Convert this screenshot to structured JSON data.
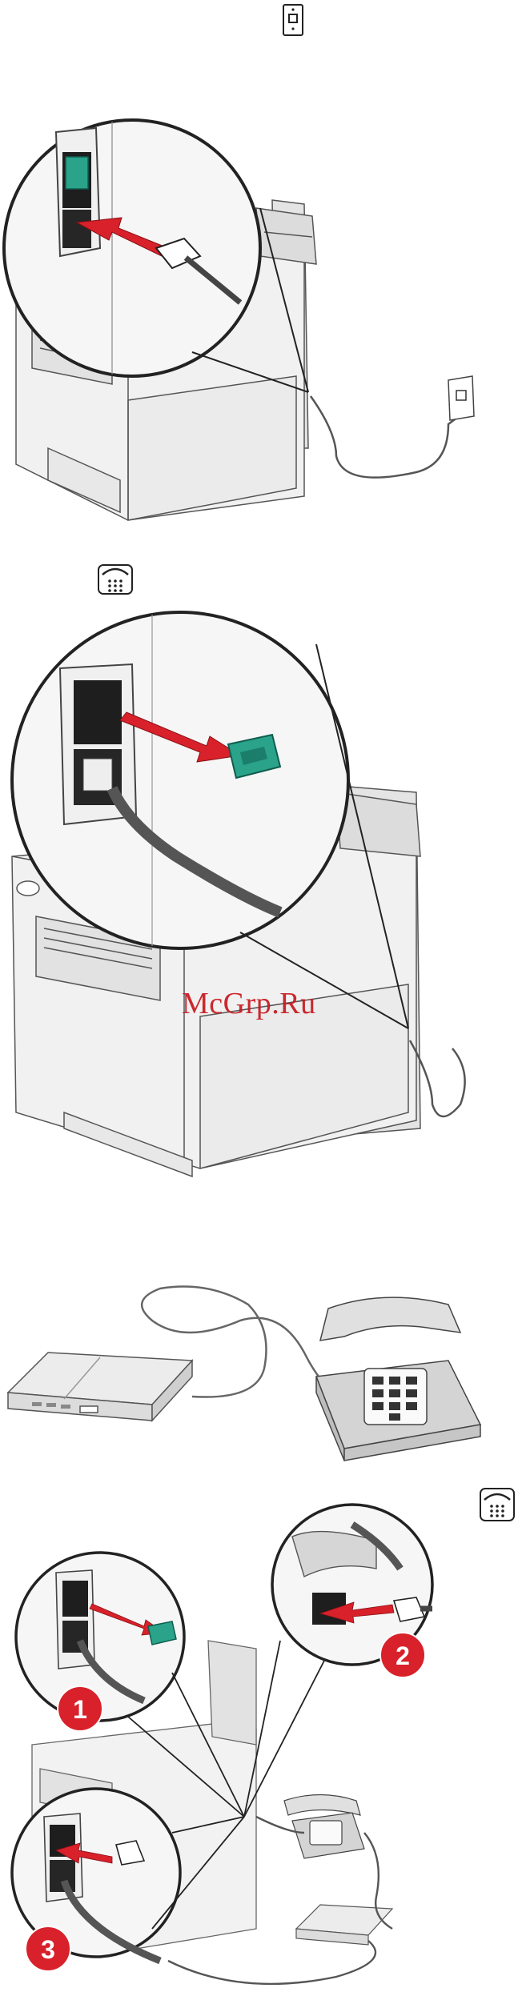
{
  "watermark": "McGrp.Ru",
  "badges": {
    "one": "1",
    "two": "2",
    "three": "3"
  }
}
